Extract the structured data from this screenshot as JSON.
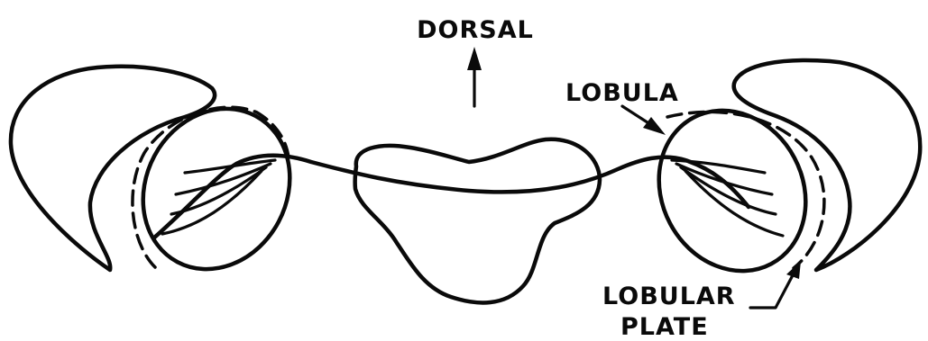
{
  "diagram": {
    "labels": {
      "dorsal": "DORSAL",
      "lobula": "LOBULA",
      "lobular_plate_line1": "LOBULAR",
      "lobular_plate_line2": "PLATE"
    },
    "colors": {
      "ink": "#0a0a0a",
      "background": "#ffffff"
    }
  }
}
